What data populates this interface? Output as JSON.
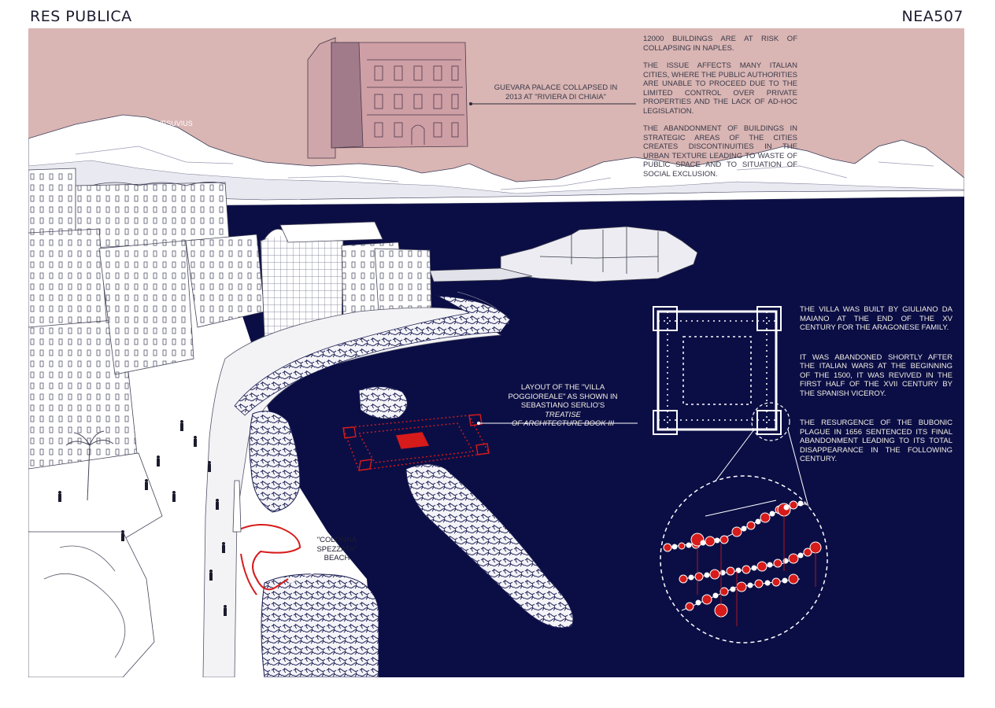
{
  "header": {
    "title": "RES PUBLICA",
    "code": "NEA507"
  },
  "sky": {
    "vesuvius_label": "VESUVIUS"
  },
  "guevara": {
    "caption_line1": "GUEVARA PALACE COLLAPSED IN",
    "caption_line2": "2013 AT \"RIVIERA DI CHIAIA\""
  },
  "risk_text": [
    "12000 BUILDINGS ARE AT RISK OF COLLAPSING IN NAPLES.",
    "THE ISSUE AFFECTS MANY ITALIAN CITIES, WHERE THE PUBLIC AUTHORITIES ARE UNABLE TO PROCEED DUE TO THE LIMITED CONTROL OVER PRIVATE PROPERTIES AND THE LACK OF AD-HOC LEGISLATION.",
    "THE ABANDONMENT OF BUILDINGS IN STRATEGIC AREAS OF THE CITIES CREATES DISCONTINUITIES IN THE URBAN TEXTURE LEADING TO WASTE OF PUBLIC SPACE AND TO SITUATION OF SOCIAL EXCLUSION."
  ],
  "villa_layout": {
    "line1": "LAYOUT OF THE \"VILLA",
    "line2": "POGGIOREALE\" AS SHOWN IN",
    "line3": "SEBASTIANO SERLIO'S",
    "line3_italic": "TREATISE",
    "line4_italic": "OF ARCHITECTURE BOOK III"
  },
  "villa_history": [
    "THE VILLA WAS BUILT BY GIULIANO DA MAIANO AT THE END OF THE XV CENTURY FOR THE ARAGONESE FAMILY.",
    "IT WAS ABANDONED SHORTLY AFTER THE ITALIAN WARS AT THE BEGINNING OF THE 1500, IT WAS REVIVED IN THE FIRST HALF OF THE XVII CENTURY BY THE SPANISH VICEROY.",
    "THE RESURGENCE OF THE BUBONIC PLAGUE IN 1656 SENTENCED ITS FINAL ABANDONMENT LEADING TO ITS TOTAL DISAPPEARANCE IN THE FOLLOWING CENTURY."
  ],
  "beach": {
    "line1": "\"COLONNA",
    "line2": "SPEZZATA\"",
    "line3": "BEACH"
  },
  "colors": {
    "sky": "#d9b5b3",
    "sea": "#0b0e45",
    "accent_red": "#d61b1b",
    "line": "#2a2a3a"
  }
}
